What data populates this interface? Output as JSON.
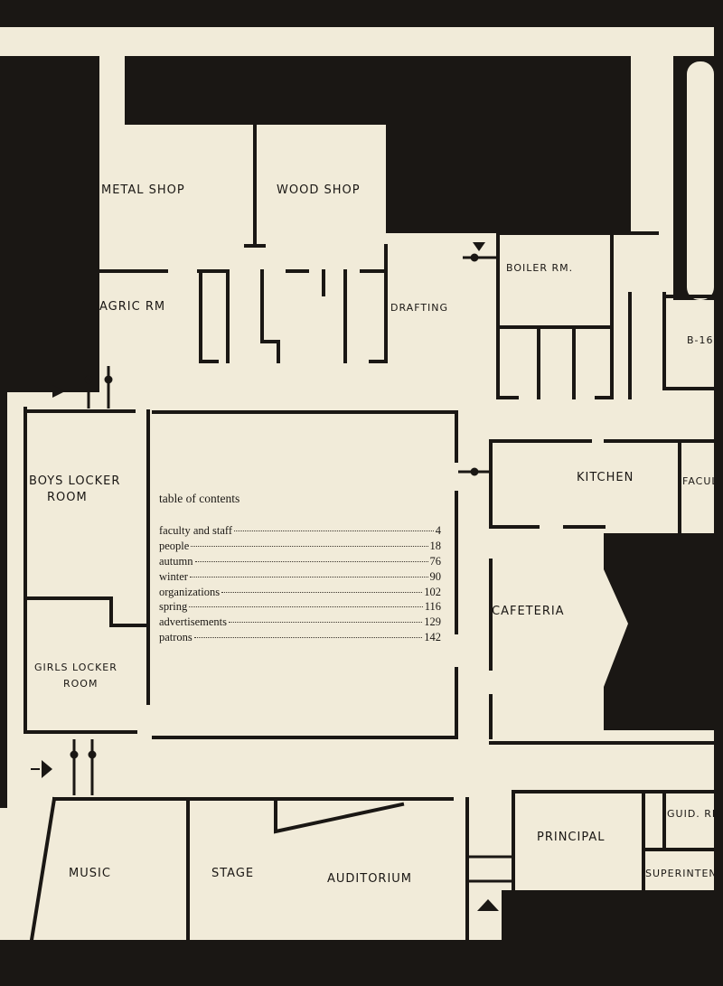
{
  "floor_plan": {
    "rooms": [
      {
        "name": "metal-shop",
        "label": "METAL SHOP"
      },
      {
        "name": "wood-shop",
        "label": "WOOD SHOP"
      },
      {
        "name": "agric-room",
        "label": "AGRIC RM"
      },
      {
        "name": "drafting",
        "label": "DRAFTING"
      },
      {
        "name": "boiler-room",
        "label": "BOILER RM."
      },
      {
        "name": "b-16",
        "label": "B-16"
      },
      {
        "name": "boys-locker-room-1",
        "label": "BOYS LOCKER"
      },
      {
        "name": "boys-locker-room-2",
        "label": "ROOM"
      },
      {
        "name": "kitchen",
        "label": "KITCHEN"
      },
      {
        "name": "faculty",
        "label": "FACUL"
      },
      {
        "name": "cafeteria",
        "label": "CAFETERIA"
      },
      {
        "name": "girls-locker-room-1",
        "label": "GIRLS LOCKER"
      },
      {
        "name": "girls-locker-room-2",
        "label": "ROOM"
      },
      {
        "name": "guidance",
        "label": "GUID. RM"
      },
      {
        "name": "principal",
        "label": "PRINCIPAL"
      },
      {
        "name": "music",
        "label": "MUSIC"
      },
      {
        "name": "stage",
        "label": "STAGE"
      },
      {
        "name": "auditorium",
        "label": "AUDITORIUM"
      },
      {
        "name": "superintendent",
        "label": "SUPERINTEN"
      }
    ]
  },
  "toc": {
    "title": "table of contents",
    "entries": [
      {
        "label": "faculty and staff",
        "page": "4"
      },
      {
        "label": "people",
        "page": "18"
      },
      {
        "label": "autumn",
        "page": "76"
      },
      {
        "label": "winter",
        "page": "90"
      },
      {
        "label": "organizations",
        "page": "102"
      },
      {
        "label": "spring",
        "page": "116"
      },
      {
        "label": "advertisements",
        "page": "129"
      },
      {
        "label": "patrons",
        "page": "142"
      }
    ]
  },
  "colors": {
    "paper": "#f1ebd9",
    "ink": "#1a1714"
  }
}
